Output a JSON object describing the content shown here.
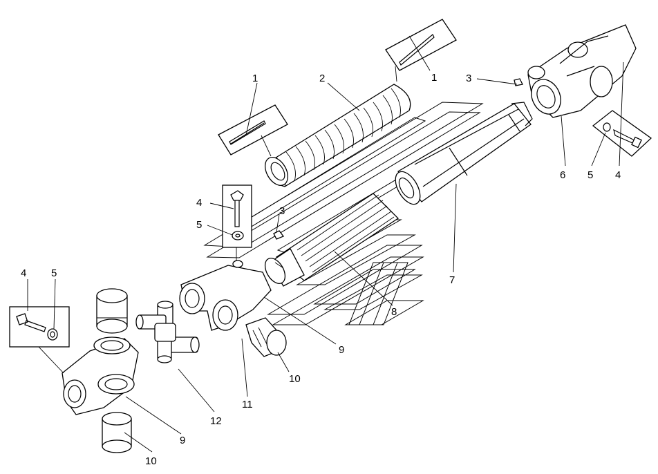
{
  "labels": {
    "l1a": "1",
    "l1b": "1",
    "l2": "2",
    "l3a": "3",
    "l3b": "3",
    "l4a": "4",
    "l4b": "4",
    "l4c": "4",
    "l5a": "5",
    "l5b": "5",
    "l5c": "5",
    "l6": "6",
    "l7": "7",
    "l8": "8",
    "l9a": "9",
    "l9b": "9",
    "l10a": "10",
    "l10b": "10",
    "l11": "11",
    "l12": "12"
  }
}
